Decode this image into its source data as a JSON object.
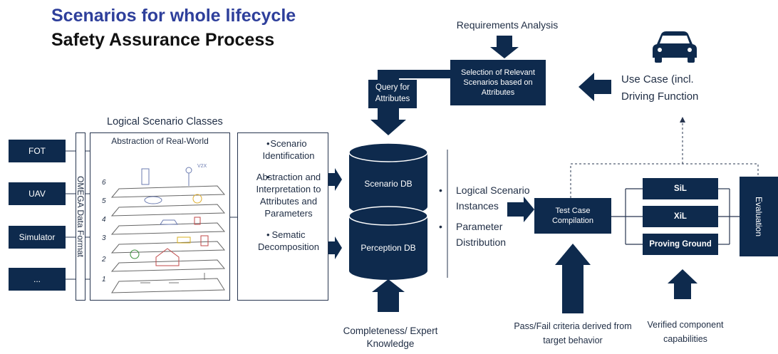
{
  "title": {
    "line1": "Scenarios for whole lifecycle",
    "line2": "Safety Assurance Process"
  },
  "colors": {
    "navy": "#0e2a4d",
    "title_blue": "#2e3f9b",
    "outline": "#27354f"
  },
  "sources": [
    "FOT",
    "UAV",
    "Simulator",
    "..."
  ],
  "omega_label": "OMEGA Data Format",
  "logical_classes_label": "Logical Scenario Classes",
  "abstraction_label": "Abstraction of Real-World",
  "layer_numbers": [
    "6",
    "5",
    "4",
    "3",
    "2",
    "1"
  ],
  "sketch_label": "V2X",
  "process_bullets": [
    "Scenario Identification",
    "Abstraction and Interpretation to Attributes and Parameters",
    "Sematic Decomposition"
  ],
  "query_label": "Query for Attributes",
  "databases": {
    "scenario": "Scenario DB",
    "perception": "Perception DB"
  },
  "completeness_label": "Completeness/ Expert Knowledge",
  "requirements_label": "Requirements Analysis",
  "selection_label": "Selection of Relevant Scenarios based on Attributes",
  "use_case_label": "Use Case (incl. Driving Function",
  "car_icon": "car-icon",
  "instances_bullets": [
    "Logical Scenario Instances",
    "Parameter Distribution"
  ],
  "test_case_label": "Test Case Compilation",
  "test_envs": [
    "SiL",
    "XiL",
    "Proving Ground"
  ],
  "evaluation_label": "Evaluation",
  "pass_fail_label": "Pass/Fail criteria derived from target behavior",
  "verified_label": "Verified component capabilities"
}
